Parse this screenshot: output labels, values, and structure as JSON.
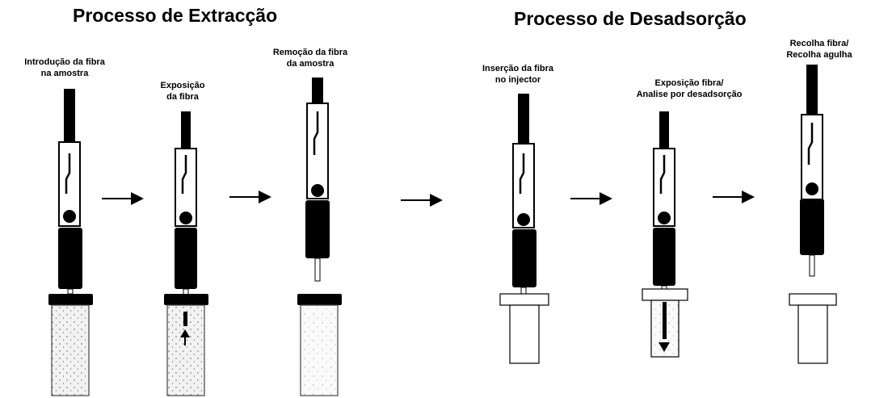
{
  "extraction": {
    "title": "Processo de Extracção",
    "steps": [
      {
        "line1": "Introdução da fibra",
        "line2": "na amostra"
      },
      {
        "line1": "Exposição",
        "line2": "da fibra"
      },
      {
        "line1": "Remoção da fibra",
        "line2": "da amostra"
      }
    ]
  },
  "desorption": {
    "title": "Processo de Desadsorção",
    "steps": [
      {
        "line1": "Inserção da fibra",
        "line2": "no injector"
      },
      {
        "line1": "Exposição fibra/",
        "line2": "Analise por desadsorção"
      },
      {
        "line1": "Recolha fibra/",
        "line2": "Recolha agulha"
      }
    ]
  },
  "icons": {
    "syringe": "spme-fiber-holder-icon",
    "vial": "sample-vial-icon",
    "injector": "injector-port-icon",
    "arrow": "arrow-right-icon"
  }
}
